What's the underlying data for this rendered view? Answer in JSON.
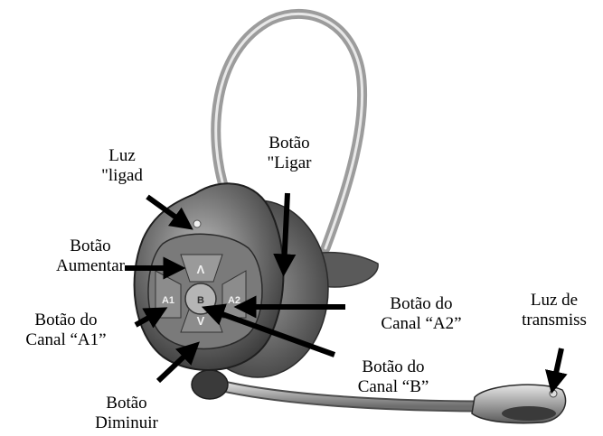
{
  "labels": {
    "luz_ligado": [
      "Luz",
      "\"ligad"
    ],
    "botao_ligar": [
      "Botão",
      "\"Ligar"
    ],
    "botao_aumentar": [
      "Botão",
      "Aumentar"
    ],
    "botao_canal_a1": [
      "Botão do",
      "Canal “A1”"
    ],
    "botao_canal_a2": [
      "Botão do",
      "Canal “A2”"
    ],
    "luz_transmiss": [
      "Luz de",
      "transmiss"
    ],
    "botao_canal_b": [
      "Botão do",
      "Canal “B”"
    ],
    "botao_diminuir": [
      "Botão",
      "Diminuir"
    ]
  },
  "buttons": {
    "up": "Λ",
    "down": "V",
    "a1": "A1",
    "a2": "A2",
    "b": "B"
  },
  "colors": {
    "arrow": "#000000",
    "headband": "#8a8a8a",
    "earcup": "#4a4a4a",
    "cushion": "#6a6a6a"
  }
}
